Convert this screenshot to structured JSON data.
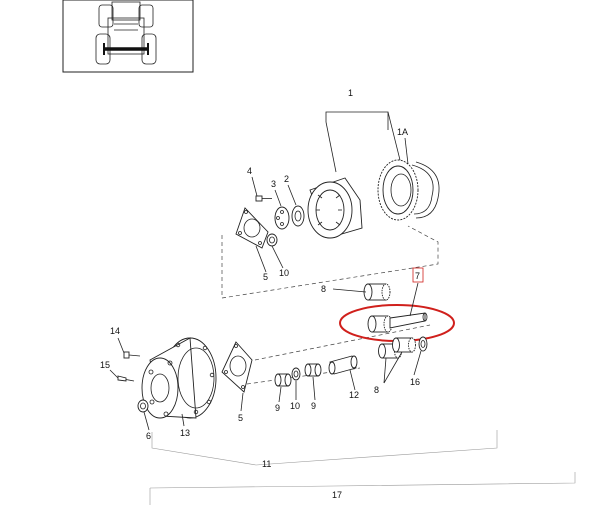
{
  "diagram": {
    "labels": {
      "l1": "1",
      "l1a": "1A",
      "l2": "2",
      "l3": "3",
      "l4": "4",
      "l5a": "5",
      "l5b": "5",
      "l6": "6",
      "l7": "7",
      "l8a": "8",
      "l8b": "8",
      "l9a": "9",
      "l9b": "9",
      "l10a": "10",
      "l10b": "10",
      "l11": "11",
      "l12": "12",
      "l13": "13",
      "l14": "14",
      "l15": "15",
      "l16": "16",
      "l17": "17"
    },
    "highlight_color": "#d0201c",
    "line_color": "#222222"
  }
}
